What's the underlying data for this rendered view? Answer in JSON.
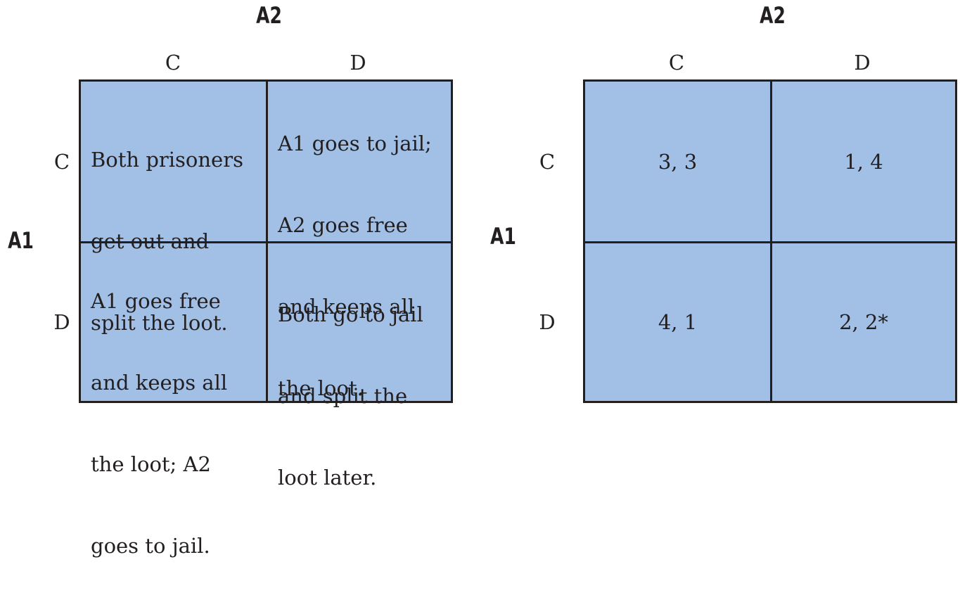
{
  "left_matrix": {
    "column_player": "A2",
    "row_player": "A1",
    "column_strategies": [
      "C",
      "D"
    ],
    "row_strategies": [
      "C",
      "D"
    ],
    "cells": {
      "cc": "Both prisoners get out and split the loot.",
      "cd": "A1 goes to jail; A2 goes free and keeps all the loot.",
      "dc": "A1 goes free and keeps all the loot; A2 goes to jail.",
      "dd": "Both go to jail and split the loot later."
    },
    "cell_lines": {
      "cc": [
        "Both prisoners",
        "get out and",
        "split the loot."
      ],
      "cd": [
        "A1 goes to jail;",
        "A2 goes free",
        "and keeps all",
        "the loot."
      ],
      "dc": [
        "A1 goes free",
        "and keeps all",
        "the loot; A2",
        "goes to jail."
      ],
      "dd": [
        "Both go to jail",
        "and split the",
        "loot later."
      ]
    }
  },
  "right_matrix": {
    "column_player": "A2",
    "row_player": "A1",
    "column_strategies": [
      "C",
      "D"
    ],
    "row_strategies": [
      "C",
      "D"
    ],
    "payoffs": {
      "cc": "3, 3",
      "cd": "1, 4",
      "dc": "4, 1",
      "dd": "2, 2*"
    }
  },
  "colors": {
    "cell_fill": "#a2c0e6",
    "border": "#231f20"
  }
}
